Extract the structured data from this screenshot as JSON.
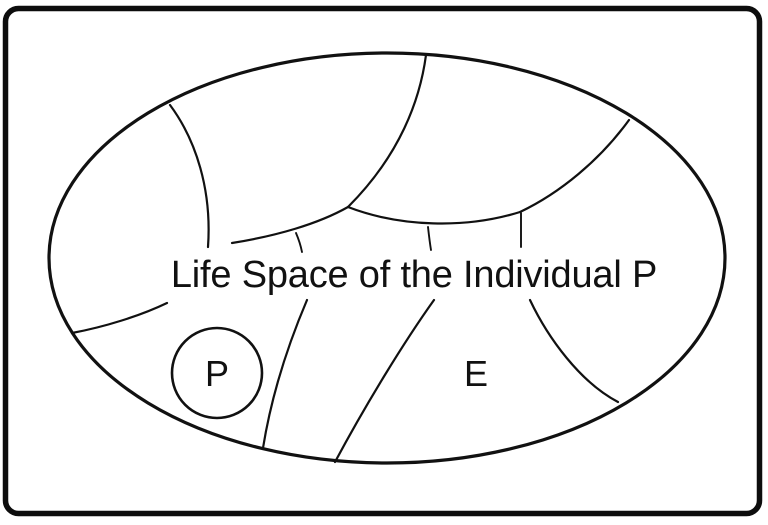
{
  "diagram": {
    "kind": "lewin-life-space-field-diagram",
    "title": "Life Space of the Individual P",
    "frame": {
      "shape": "rounded-rectangle",
      "stroke_color": "#0d0d0d",
      "background_color": "#ffffff"
    },
    "boundary": {
      "name": "life-space-boundary",
      "shape": "ellipse",
      "stroke_color": "#111111"
    },
    "person": {
      "label": "P",
      "meaning": "person",
      "shape": "circle"
    },
    "environment": {
      "label": "E",
      "meaning": "environment"
    },
    "regions": {
      "count": 10,
      "description": "differentiated regions of the life space"
    }
  }
}
